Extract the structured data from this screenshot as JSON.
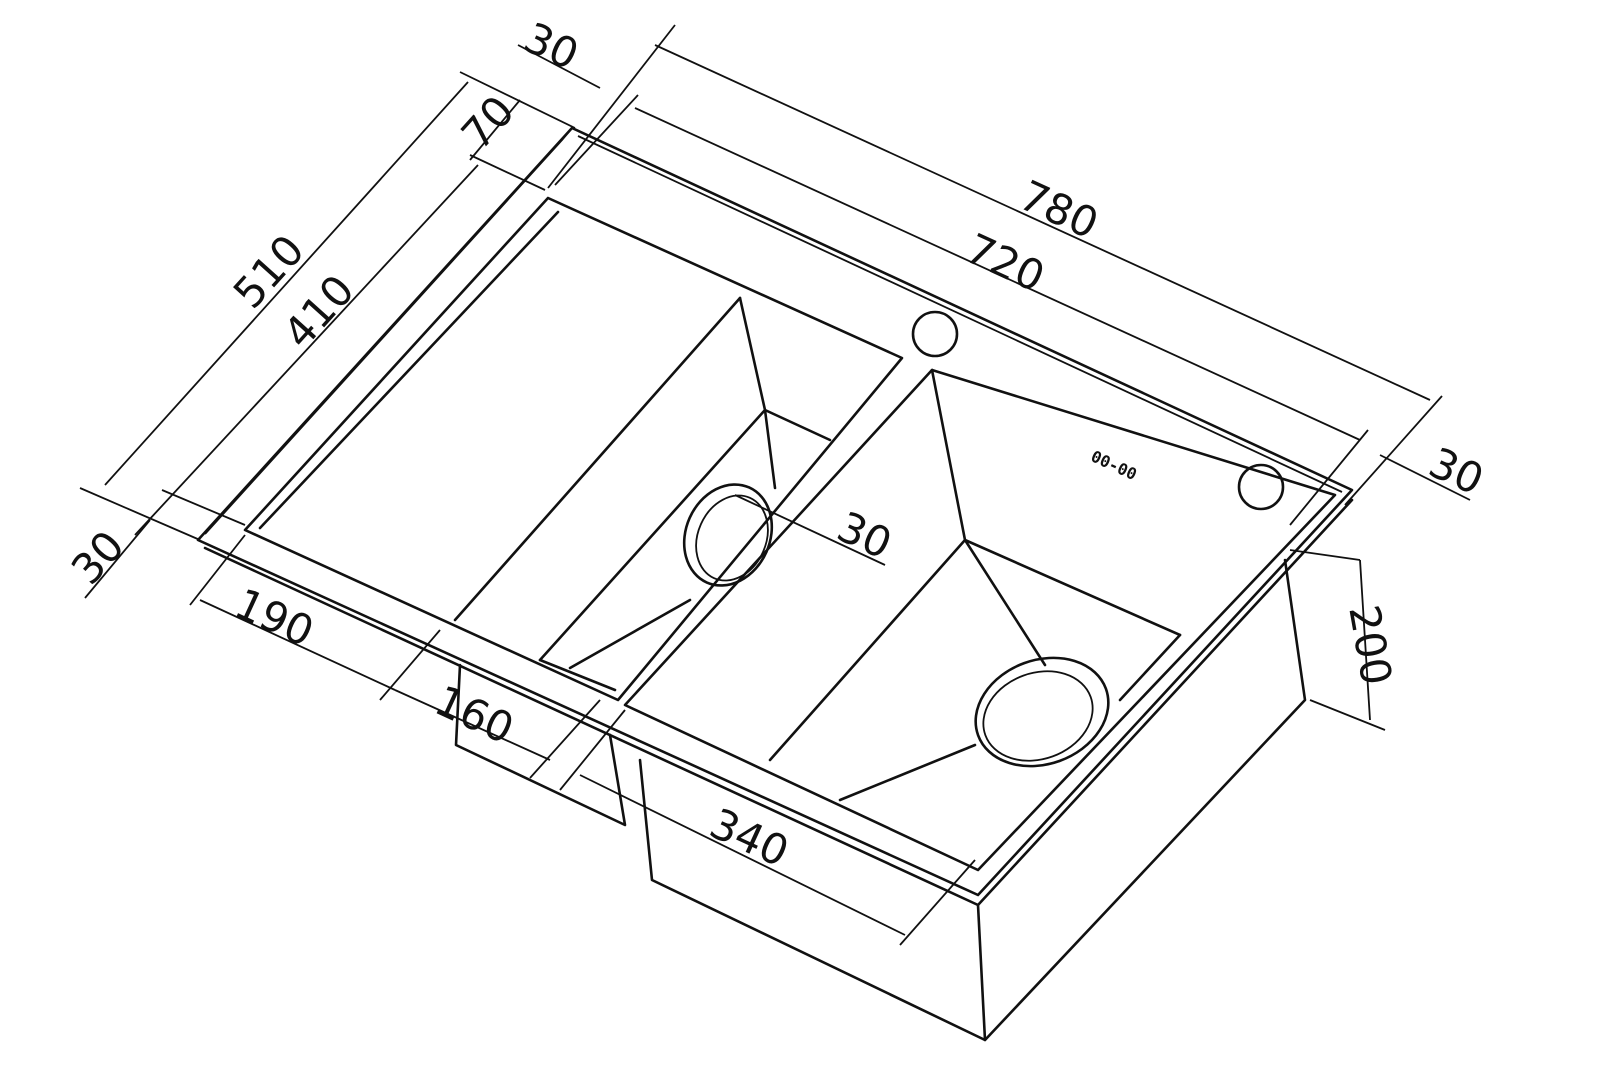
{
  "title": "Double bowl sink dimension drawing",
  "dimensions": {
    "overall_length": "780",
    "inner_length": "720",
    "top_left_margin": "30",
    "right_margin": "30",
    "overall_width": "510",
    "inner_width": "410",
    "back_deck": "70",
    "front_margin": "30",
    "divider": "30",
    "small_bowl": "190",
    "small_bowl_bottom": "160",
    "large_bowl": "340",
    "depth": "200"
  },
  "marking": "00-00",
  "colors": {
    "line": "#111111",
    "background": "#ffffff"
  }
}
